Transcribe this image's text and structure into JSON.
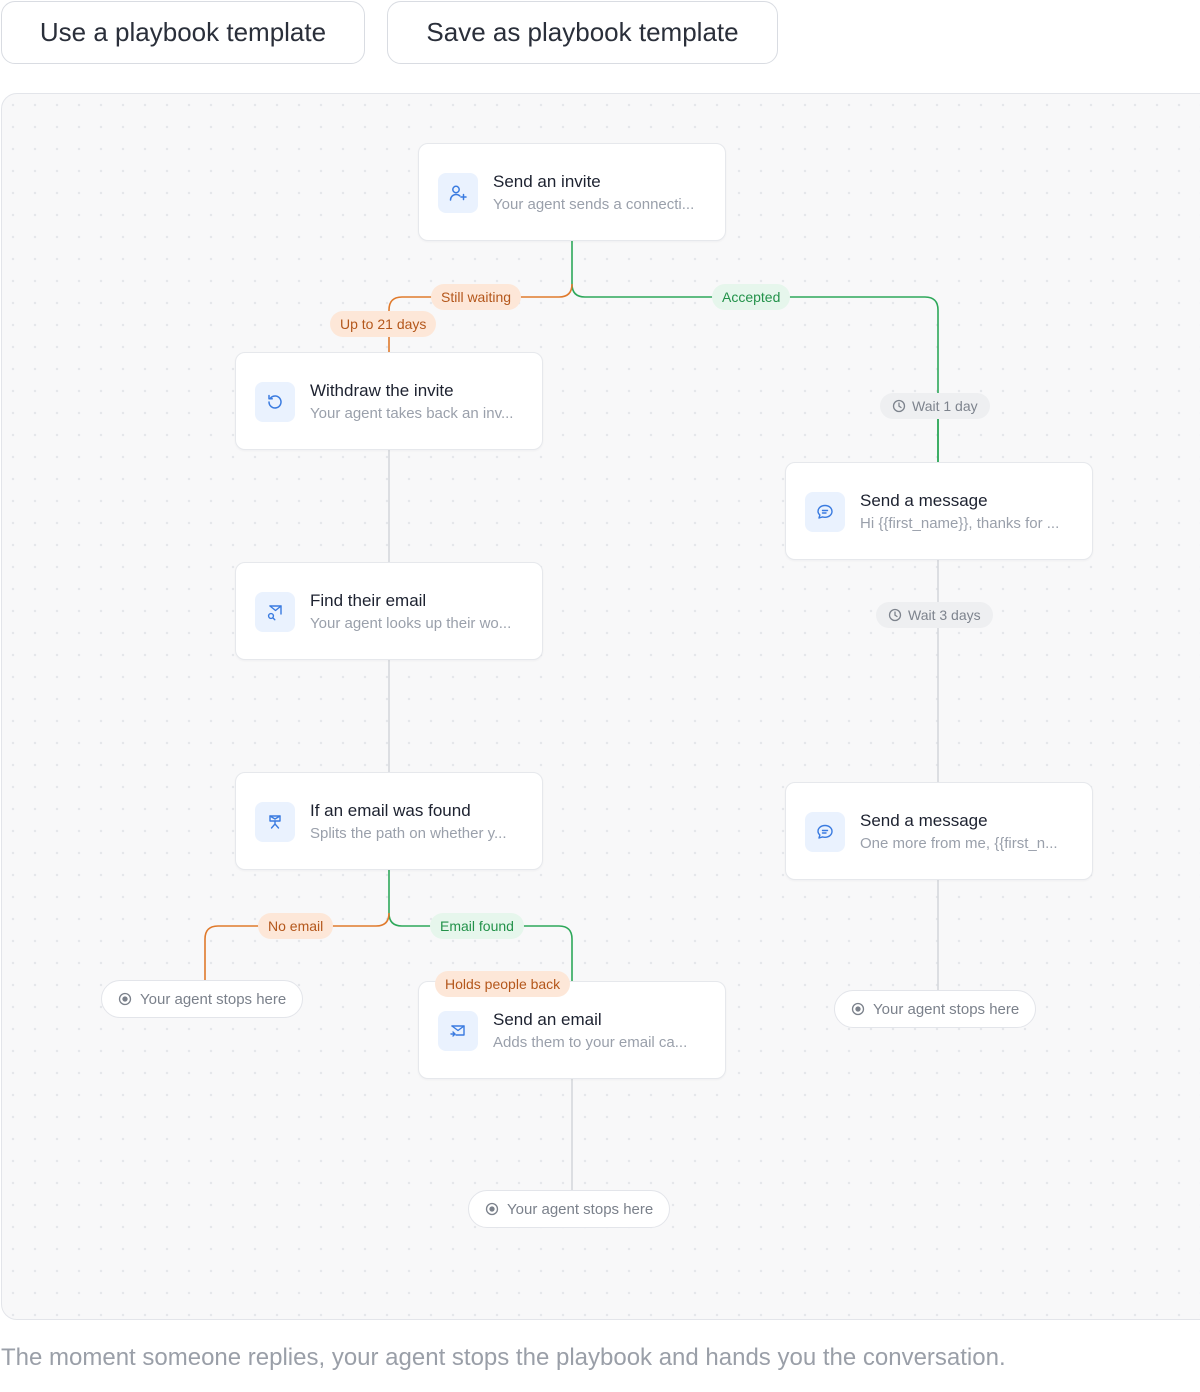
{
  "toolbar": {
    "use_template_label": "Use a playbook template",
    "save_template_label": "Save as playbook template"
  },
  "nodes": {
    "send_invite": {
      "title": "Send an invite",
      "subtitle": "Your agent sends a connecti..."
    },
    "withdraw_invite": {
      "title": "Withdraw the invite",
      "subtitle": "Your agent takes back an inv..."
    },
    "find_email": {
      "title": "Find their email",
      "subtitle": "Your agent looks up their wo..."
    },
    "if_email_found": {
      "title": "If an email was found",
      "subtitle": "Splits the path on whether y..."
    },
    "send_email": {
      "title": "Send an email",
      "subtitle": "Adds them to your email ca..."
    },
    "send_message_1": {
      "title": "Send a message",
      "subtitle": "Hi {{first_name}}, thanks for ..."
    },
    "send_message_2": {
      "title": "Send a message",
      "subtitle": "One more from me, {{first_n..."
    }
  },
  "labels": {
    "still_waiting": "Still waiting",
    "up_to_21_days": "Up to 21 days",
    "accepted": "Accepted",
    "wait_1_day": "Wait 1 day",
    "wait_3_days": "Wait 3 days",
    "no_email": "No email",
    "email_found": "Email found",
    "holds_people_back": "Holds people back"
  },
  "stops": {
    "left": "Your agent stops here",
    "center": "Your agent stops here",
    "right": "Your agent stops here"
  },
  "caption": "The moment someone replies, your agent stops the playbook and hands you the conversation.",
  "colors": {
    "orange_branch": "#e07a2c",
    "green_branch": "#2ea85a",
    "gray_connector": "#d6d8dc",
    "icon_blue": "#3a7be0",
    "icon_background": "#eaf2fe"
  },
  "icons": {
    "send_invite": "user-plus-icon",
    "withdraw_invite": "undo-icon",
    "find_email": "mail-search-icon",
    "if_email_found": "branch-split-icon",
    "send_email": "mail-send-icon",
    "send_message": "chat-bubble-icon",
    "wait": "clock-icon",
    "stop": "stop-circle-icon"
  }
}
